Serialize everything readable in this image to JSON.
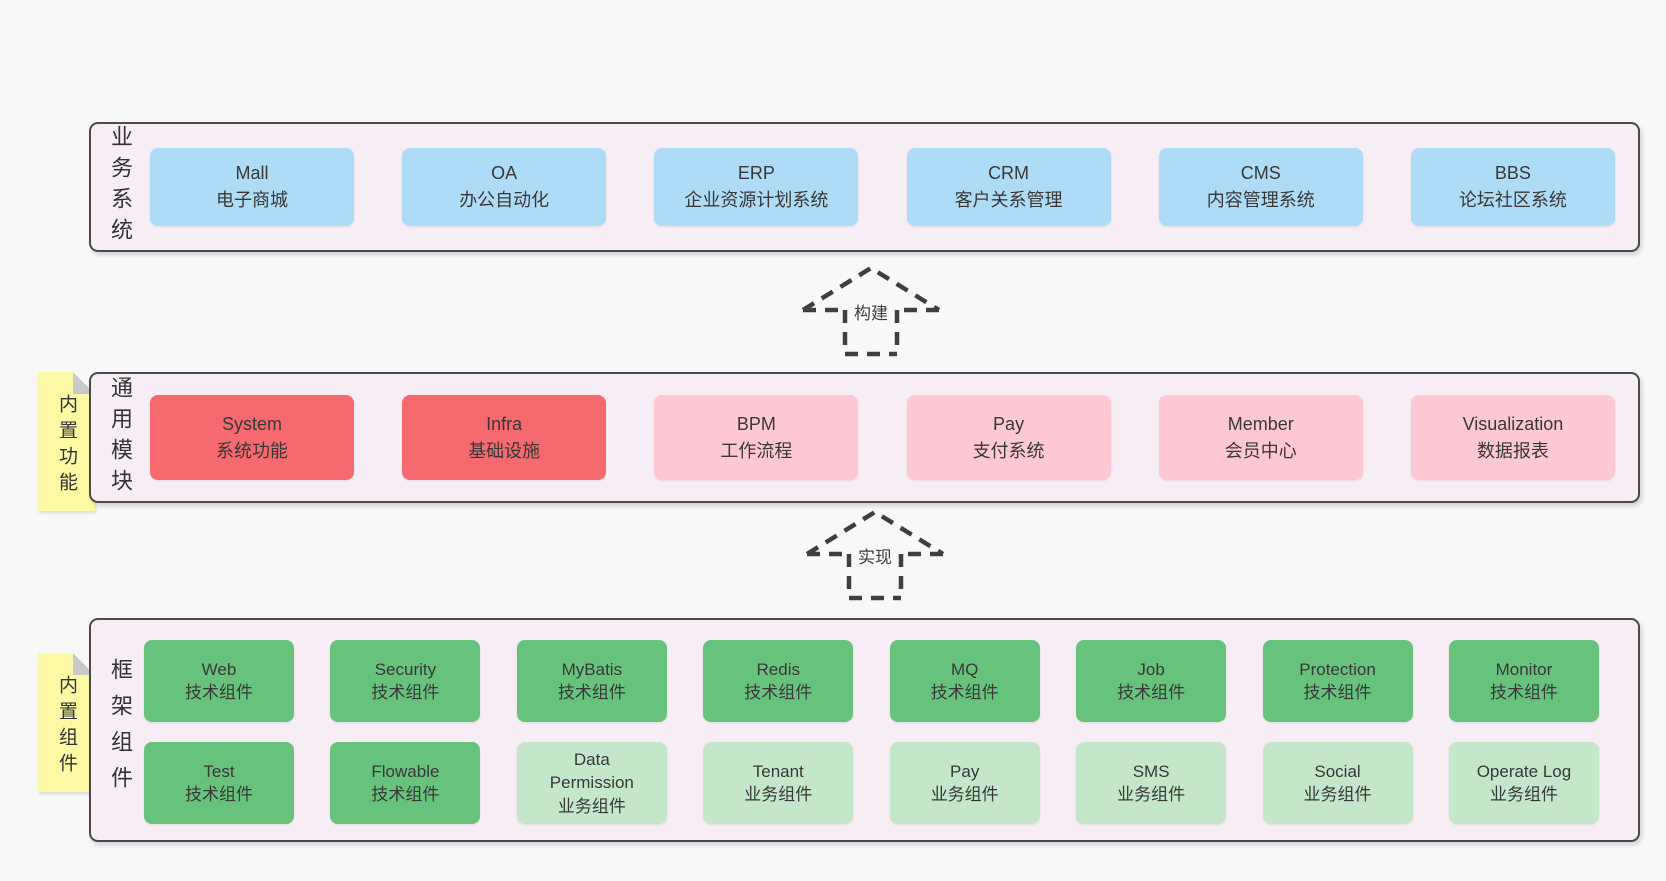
{
  "colors": {
    "page_bg": "#f8f8f8",
    "band_bg": "#f7edf4",
    "band_border": "#4a4a4a",
    "box_blue": "#aedcf7",
    "box_red": "#f5696f",
    "box_pink": "#fdc8d1",
    "box_green": "#67c37c",
    "box_light_green": "#c5e7c9",
    "sticky_yellow": "#fbf9a3",
    "sticky_fold_gray": "#c9c9c9",
    "text": "#3a3a3a"
  },
  "bands": [
    {
      "label": "业务系统",
      "boxes": [
        {
          "en": "Mall",
          "zh": "电子商城"
        },
        {
          "en": "OA",
          "zh": "办公自动化"
        },
        {
          "en": "ERP",
          "zh": "企业资源计划系统"
        },
        {
          "en": "CRM",
          "zh": "客户关系管理"
        },
        {
          "en": "CMS",
          "zh": "内容管理系统"
        },
        {
          "en": "BBS",
          "zh": "论坛社区系统"
        }
      ]
    },
    {
      "label": "通用模块",
      "sticky": "内置功能",
      "boxes": [
        {
          "en": "System",
          "zh": "系统功能"
        },
        {
          "en": "Infra",
          "zh": "基础设施"
        },
        {
          "en": "BPM",
          "zh": "工作流程"
        },
        {
          "en": "Pay",
          "zh": "支付系统"
        },
        {
          "en": "Member",
          "zh": "会员中心"
        },
        {
          "en": "Visualization",
          "zh": "数据报表"
        }
      ]
    },
    {
      "label": "框架组件",
      "sticky": "内置组件",
      "rows": [
        [
          {
            "en": "Web",
            "zh": "技术组件"
          },
          {
            "en": "Security",
            "zh": "技术组件"
          },
          {
            "en": "MyBatis",
            "zh": "技术组件"
          },
          {
            "en": "Redis",
            "zh": "技术组件"
          },
          {
            "en": "MQ",
            "zh": "技术组件"
          },
          {
            "en": "Job",
            "zh": "技术组件"
          },
          {
            "en": "Protection",
            "zh": "技术组件"
          },
          {
            "en": "Monitor",
            "zh": "技术组件"
          }
        ],
        [
          {
            "en": "Test",
            "zh": "技术组件"
          },
          {
            "en": "Flowable",
            "zh": "技术组件"
          },
          {
            "en": "Data Permission",
            "zh": "业务组件"
          },
          {
            "en": "Tenant",
            "zh": "业务组件"
          },
          {
            "en": "Pay",
            "zh": "业务组件"
          },
          {
            "en": "SMS",
            "zh": "业务组件"
          },
          {
            "en": "Social",
            "zh": "业务组件"
          },
          {
            "en": "Operate Log",
            "zh": "业务组件"
          }
        ]
      ]
    }
  ],
  "arrows": [
    {
      "label": "构建"
    },
    {
      "label": "实现"
    }
  ]
}
